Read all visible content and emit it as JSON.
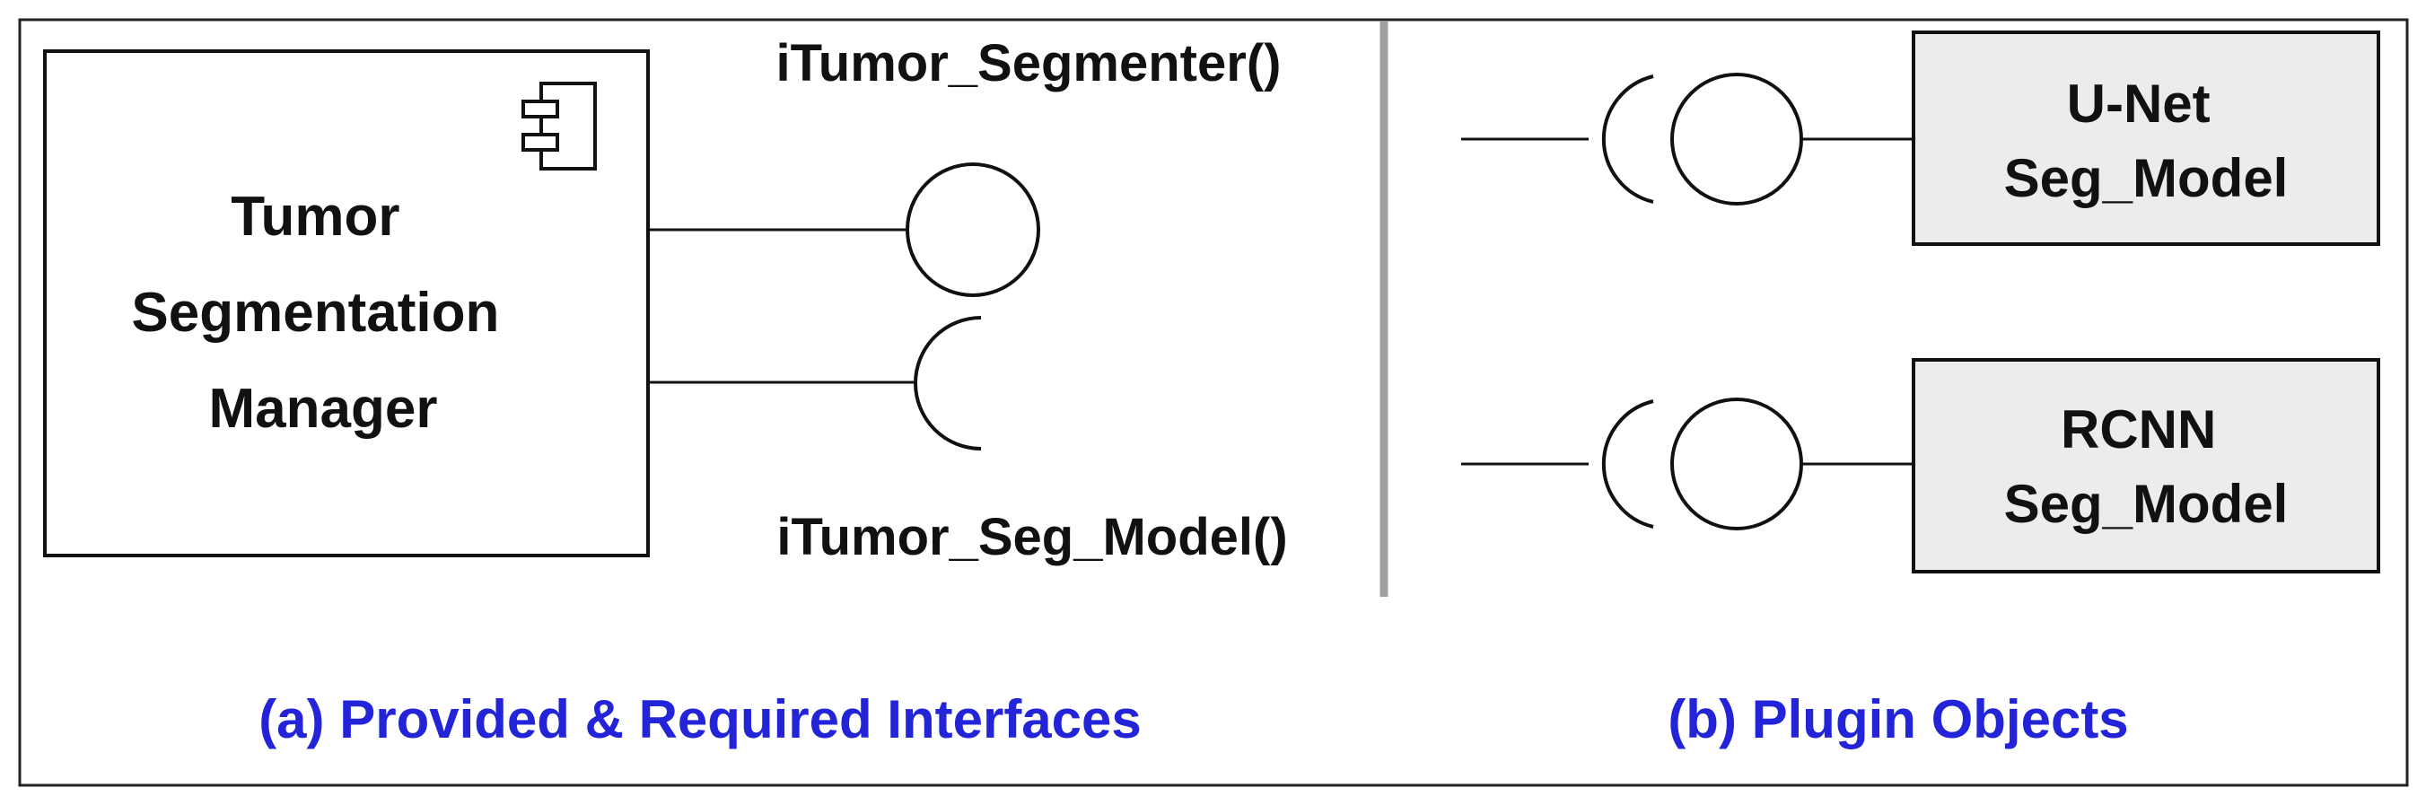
{
  "component": {
    "name_lines": [
      "Tumor",
      "Segmentation",
      "Manager"
    ],
    "icon": "component-icon"
  },
  "interfaces": {
    "provided": "iTumor_Segmenter()",
    "required": "iTumor_Seg_Model()"
  },
  "plugins": [
    {
      "lines": [
        "U-Net",
        "Seg_Model"
      ]
    },
    {
      "lines": [
        "RCNN",
        "Seg_Model"
      ]
    }
  ],
  "captions": {
    "left": "(a) Provided & Required Interfaces",
    "right": "(b) Plugin Objects"
  },
  "colors": {
    "caption": "#2323d8",
    "plugin_fill": "#ececec",
    "divider": "#a0a0a0"
  }
}
